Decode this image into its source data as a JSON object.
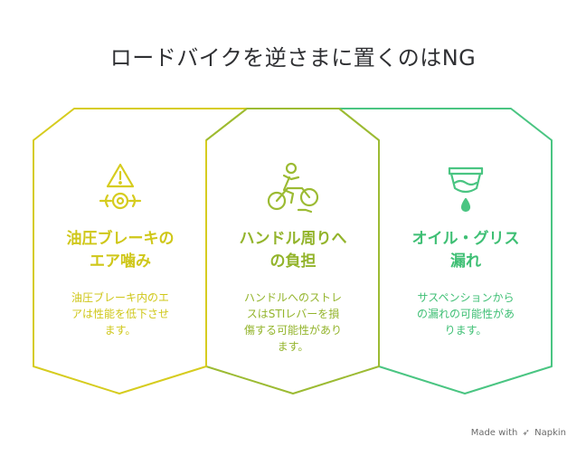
{
  "title": "ロードバイクを逆さまに置くのはNG",
  "colors": {
    "yellow": "#d6cc1f",
    "olive": "#9cbb33",
    "green": "#4ac582"
  },
  "items": [
    {
      "icon": "warning-brake-icon",
      "heading_line1": "油圧ブレーキの",
      "heading_line2": "エア噛み",
      "body_line1": "油圧ブレーキ内のエ",
      "body_line2": "アは性能を低下させ",
      "body_line3": "ます。"
    },
    {
      "icon": "cyclist-icon",
      "heading_line1": "ハンドル周りへ",
      "heading_line2": "の負担",
      "body_line1": "ハンドルへのストレ",
      "body_line2": "スはSTIレバーを損",
      "body_line3": "傷する可能性があり",
      "body_line4": "ます。"
    },
    {
      "icon": "oil-drip-icon",
      "heading_line1": "オイル・グリス",
      "heading_line2": "漏れ",
      "body_line1": "サスペンションから",
      "body_line2": "の漏れの可能性があ",
      "body_line3": "ります。"
    }
  ],
  "footer": {
    "made_with": "Made with",
    "brand": "Napkin"
  }
}
